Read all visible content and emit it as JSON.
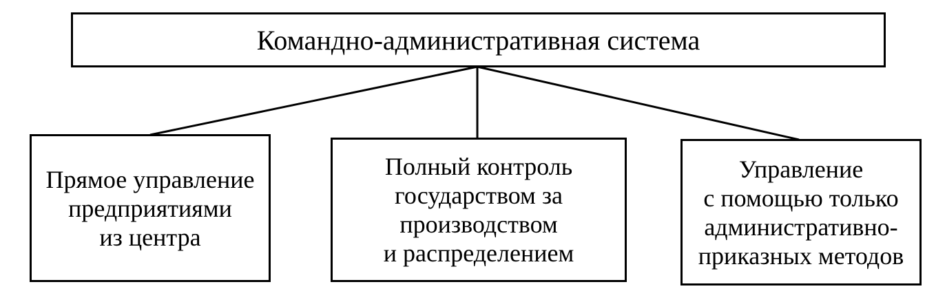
{
  "diagram": {
    "root": {
      "label": "Командно-административная система"
    },
    "children": [
      {
        "lines": [
          "Прямое управление",
          "предприятиями",
          "из центра"
        ]
      },
      {
        "lines": [
          "Полный контроль",
          "государством за",
          "производством",
          "и распределением"
        ]
      },
      {
        "lines": [
          "Управление",
          "с помощью только",
          "административно-",
          "приказных методов"
        ]
      }
    ],
    "colors": {
      "stroke": "#000000",
      "background": "#ffffff"
    }
  }
}
